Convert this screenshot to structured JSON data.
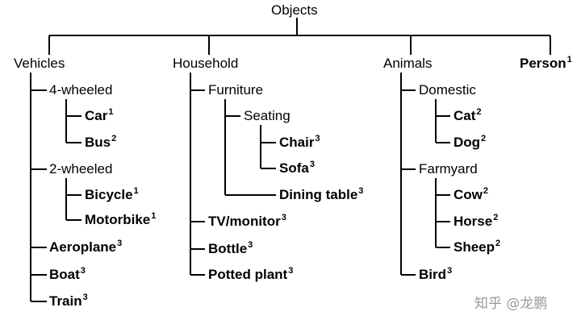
{
  "root": "Objects",
  "groups": {
    "vehicles": "Vehicles",
    "household": "Household",
    "animals": "Animals",
    "person": {
      "label": "Person",
      "sup": "1"
    }
  },
  "vehicles": {
    "four_wheeled": "4-wheeled",
    "car": {
      "label": "Car",
      "sup": "1"
    },
    "bus": {
      "label": "Bus",
      "sup": "2"
    },
    "two_wheeled": "2-wheeled",
    "bicycle": {
      "label": "Bicycle",
      "sup": "1"
    },
    "motorbike": {
      "label": "Motorbike",
      "sup": "1"
    },
    "aeroplane": {
      "label": "Aeroplane",
      "sup": "3"
    },
    "boat": {
      "label": "Boat",
      "sup": "3"
    },
    "train": {
      "label": "Train",
      "sup": "3"
    }
  },
  "household": {
    "furniture": "Furniture",
    "seating": "Seating",
    "chair": {
      "label": "Chair",
      "sup": "3"
    },
    "sofa": {
      "label": "Sofa",
      "sup": "3"
    },
    "dining_table": {
      "label": "Dining table",
      "sup": "3"
    },
    "tv_monitor": {
      "label": "TV/monitor",
      "sup": "3"
    },
    "bottle": {
      "label": "Bottle",
      "sup": "3"
    },
    "potted_plant": {
      "label": "Potted plant",
      "sup": "3"
    }
  },
  "animals": {
    "domestic": "Domestic",
    "cat": {
      "label": "Cat",
      "sup": "2"
    },
    "dog": {
      "label": "Dog",
      "sup": "2"
    },
    "farmyard": "Farmyard",
    "cow": {
      "label": "Cow",
      "sup": "2"
    },
    "horse": {
      "label": "Horse",
      "sup": "2"
    },
    "sheep": {
      "label": "Sheep",
      "sup": "2"
    },
    "bird": {
      "label": "Bird",
      "sup": "3"
    }
  },
  "watermark": "知乎 @龙鹏"
}
